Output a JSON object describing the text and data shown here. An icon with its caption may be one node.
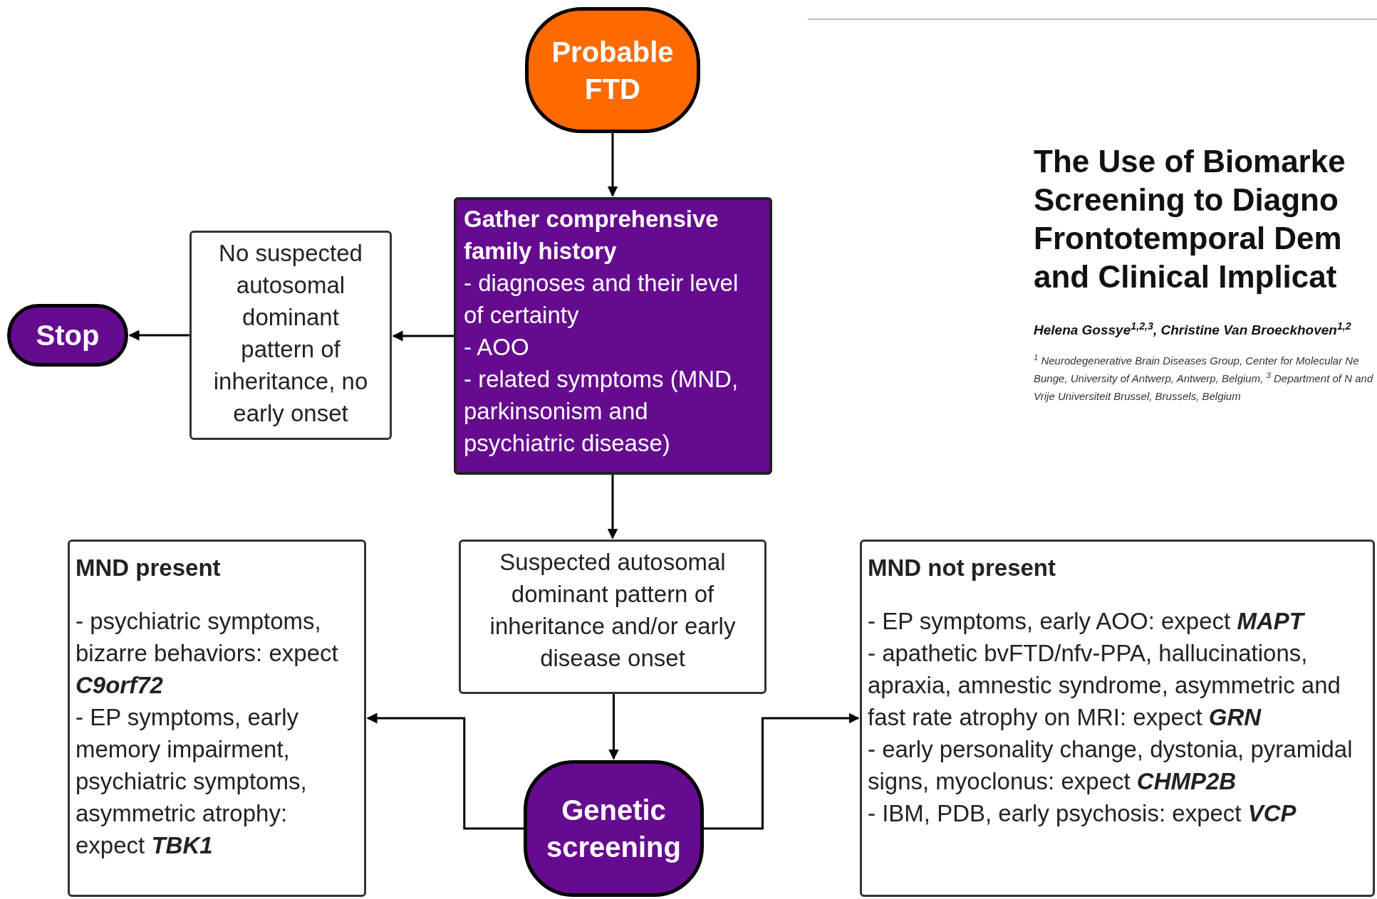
{
  "diagram": {
    "nodes": [
      {
        "text": [
          "Probable FTD"
        ]
      },
      {
        "text": [
          "Gather comprehensive family history",
          "- diagnoses and their level of certainty",
          "- AOO",
          "- related symptoms (MND, parkinsonism and psychiatric disease)"
        ]
      },
      {
        "text": [
          "No suspected autosomal dominant pattern of inheritance, no early onset"
        ]
      },
      {
        "text": [
          "Stop"
        ]
      },
      {
        "text": [
          "Suspected autosomal dominant pattern of inheritance and/or early disease onset"
        ]
      },
      {
        "text": [
          "MND present",
          "-  psychiatric symptoms, bizarre behaviors: expect **C9orf72**",
          "- EP symptoms, early memory impairment, psychiatric symptoms, asymmetric atrophy: expect **TBK1**"
        ]
      },
      {
        "text": [
          "MND not present",
          "-  EP symptoms, early AOO: expect **MAPT**",
          "- apathetic bvFTD/nfv-PPA, hallucinations, apraxia, amnestic syndrome, asymmetric and fast rate atrophy on MRI: expect **GRN**",
          "- early personality change, dystonia, pyramidal signs, myoclonus: expect **CHMP2B**",
          "- IBM, PDB, early psychosis: expect **VCP**"
        ]
      },
      {
        "text": [
          "Genetic screening"
        ]
      }
    ],
    "edges": [
      {
        "from": 0,
        "to": 1,
        "arrow": "to"
      },
      {
        "from": 1,
        "to": 2,
        "arrow": "to"
      },
      {
        "from": 2,
        "to": 3,
        "arrow": "to"
      },
      {
        "from": 1,
        "to": 4,
        "arrow": "to"
      },
      {
        "from": 4,
        "to": 7,
        "arrow": "to"
      },
      {
        "from": 7,
        "to": 5,
        "arrow": "to"
      },
      {
        "from": 7,
        "to": 6,
        "arrow": "to"
      }
    ],
    "labels": [
      "The Use of Biomarke Screening to Diagno Frontotemporal Dem and Clinical Implicat",
      "Helena Gossye$^{1,2,3}$, Christine Van Broeckhoven$^{1,2}$",
      "$^{1}$ Neurodegenerative Brain Diseases Group, Center for Molecular Ne Bunge, University of Antwerp, Antwerp, Belgium, $^{3}$ Department of N and Vrije Universiteit Brussel, Brussels, Belgium"
    ]
  }
}
